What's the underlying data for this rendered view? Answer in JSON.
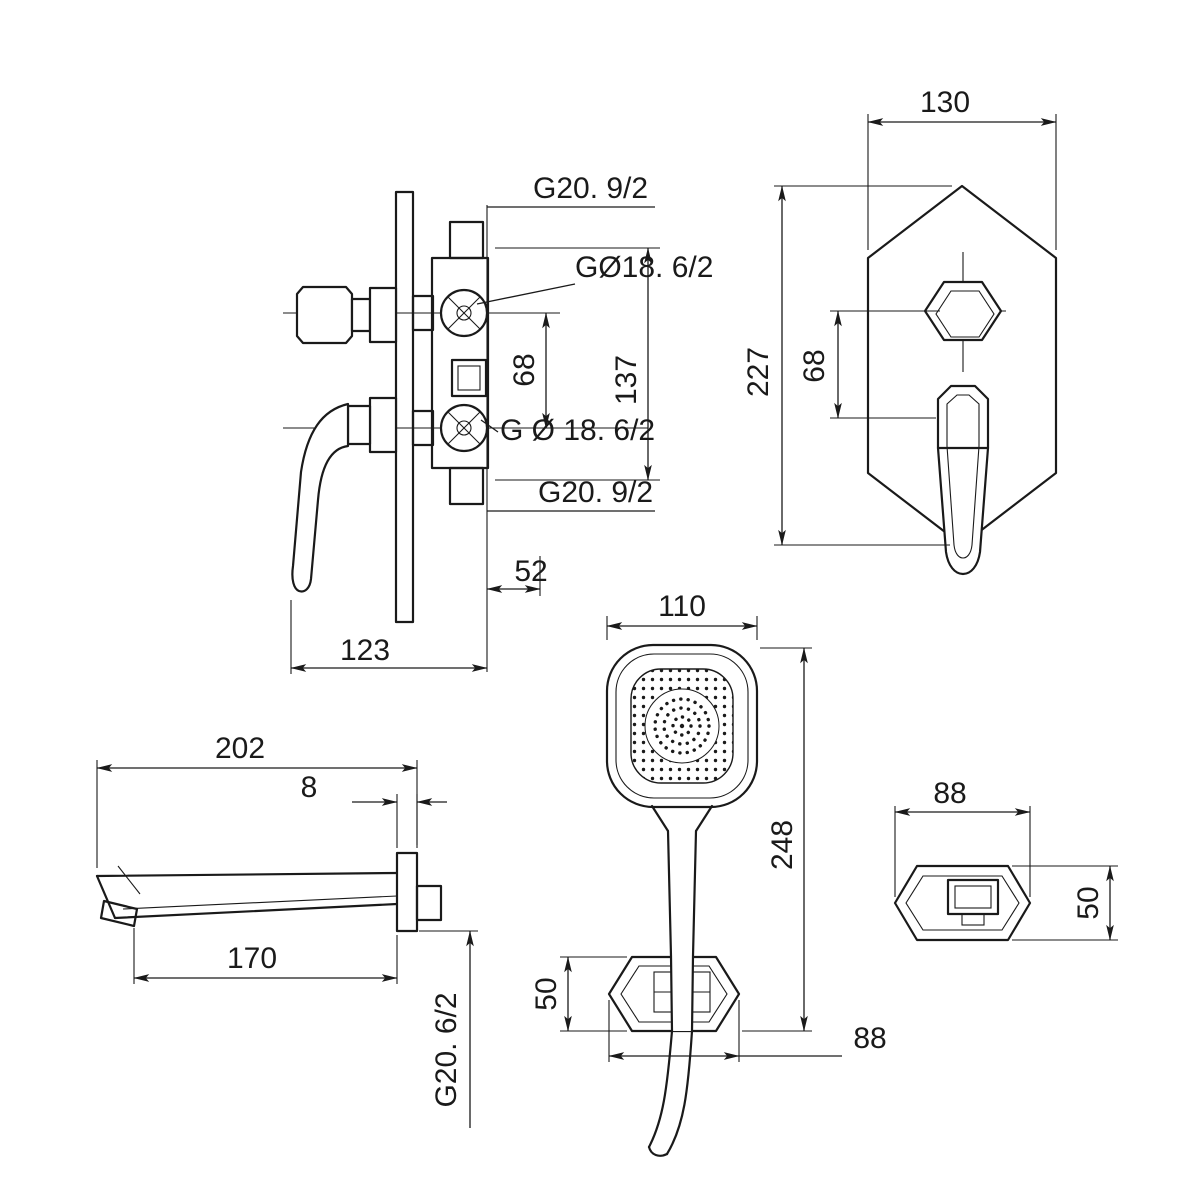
{
  "colors": {
    "line": "#1a1a1a",
    "background": "#ffffff"
  },
  "views": {
    "mixer": {
      "thread_top": "G20. 9/2",
      "valve_thread_top": "GØ18. 6/2",
      "valve_spacing": "68",
      "port_spacing": "137",
      "valve_thread_bottom": "G Ø 18. 6/2",
      "thread_bottom": "G20. 9/2",
      "depth": "52",
      "width": "123"
    },
    "plate": {
      "width": "130",
      "height": "227",
      "handle_spacing": "68"
    },
    "shower": {
      "head_width": "110",
      "length": "248",
      "holder_height": "50",
      "holder_width": "88"
    },
    "spout": {
      "projection": "202",
      "flange_thickness": "8",
      "spout_length": "170",
      "thread": "G20. 6/2"
    },
    "elbow": {
      "width": "88",
      "height": "50"
    }
  }
}
